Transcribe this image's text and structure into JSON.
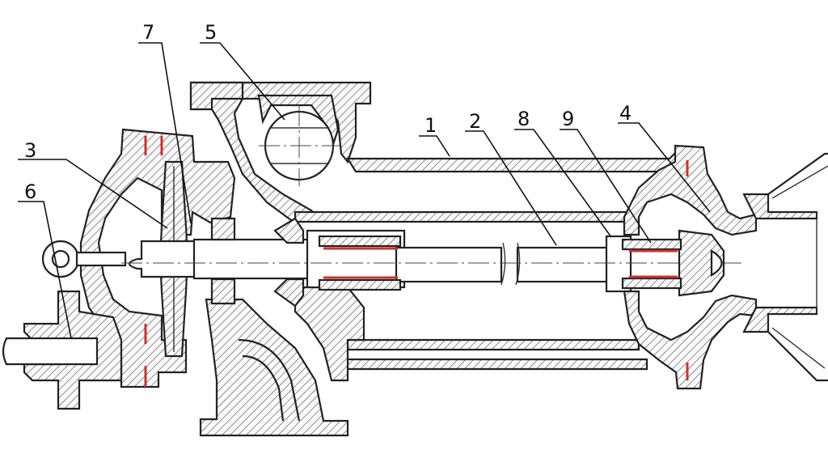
{
  "callouts": [
    {
      "label": "1"
    },
    {
      "label": "2"
    },
    {
      "label": "3"
    },
    {
      "label": "4"
    },
    {
      "label": "5"
    },
    {
      "label": "6"
    },
    {
      "label": "7"
    },
    {
      "label": "8"
    },
    {
      "label": "9"
    }
  ],
  "colors": {
    "line": "#222222",
    "seal": "#d0302a",
    "paper": "#ffffff"
  }
}
